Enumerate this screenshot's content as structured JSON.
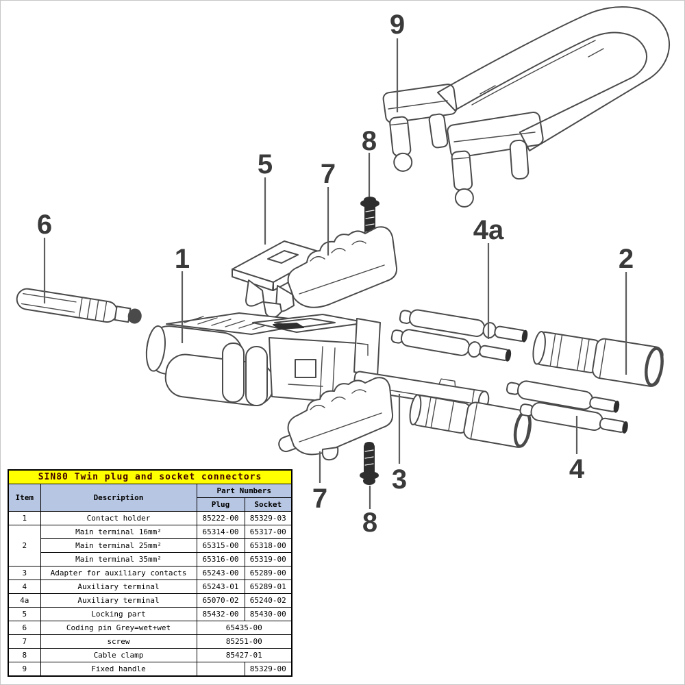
{
  "diagram": {
    "callouts": {
      "c9": "9",
      "c8_top": "8",
      "c5": "5",
      "c7_top": "7",
      "c6": "6",
      "c1": "1",
      "c4a": "4a",
      "c2": "2",
      "c3": "3",
      "c4": "4",
      "c7_bottom": "7",
      "c8_bottom": "8"
    }
  },
  "table": {
    "title": "SIN80 Twin plug and socket connectors",
    "headers": {
      "item": "Item",
      "description": "Description",
      "part_numbers": "Part Numbers",
      "plug": "Plug",
      "socket": "Socket"
    },
    "rows": {
      "r1": {
        "item": "1",
        "desc": "Contact holder",
        "plug": "85222-00",
        "socket": "85329-03"
      },
      "r2a": {
        "item": "2",
        "desc": "Main terminal 16mm²",
        "plug": "65314-00",
        "socket": "65317-00"
      },
      "r2b": {
        "desc": "Main terminal 25mm²",
        "plug": "65315-00",
        "socket": "65318-00"
      },
      "r2c": {
        "desc": "Main terminal 35mm²",
        "plug": "65316-00",
        "socket": "65319-00"
      },
      "r3": {
        "item": "3",
        "desc": "Adapter for auxiliary contacts",
        "plug": "65243-00",
        "socket": "65289-00"
      },
      "r4": {
        "item": "4",
        "desc": "Auxiliary terminal",
        "plug": "65243-01",
        "socket": "65289-01"
      },
      "r4a": {
        "item": "4a",
        "desc": "Auxiliary terminal",
        "plug": "65070-02",
        "socket": "65240-02"
      },
      "r5": {
        "item": "5",
        "desc": "Locking part",
        "plug": "85432-00",
        "socket": "85430-00"
      },
      "r6": {
        "item": "6",
        "desc": "Coding pin Grey=wet+wet",
        "part": "65435-00"
      },
      "r7": {
        "item": "7",
        "desc": "screw",
        "part": "85251-00"
      },
      "r8": {
        "item": "8",
        "desc": "Cable clamp",
        "part": "85427-01"
      },
      "r9": {
        "item": "9",
        "desc": "Fixed handle",
        "plug": "",
        "socket": "85329-00"
      }
    }
  },
  "colors": {
    "title_bg": "#ffff00",
    "title_text": "#400000",
    "header_bg": "#b7c6e2",
    "line_art": "#4a4a4a"
  }
}
